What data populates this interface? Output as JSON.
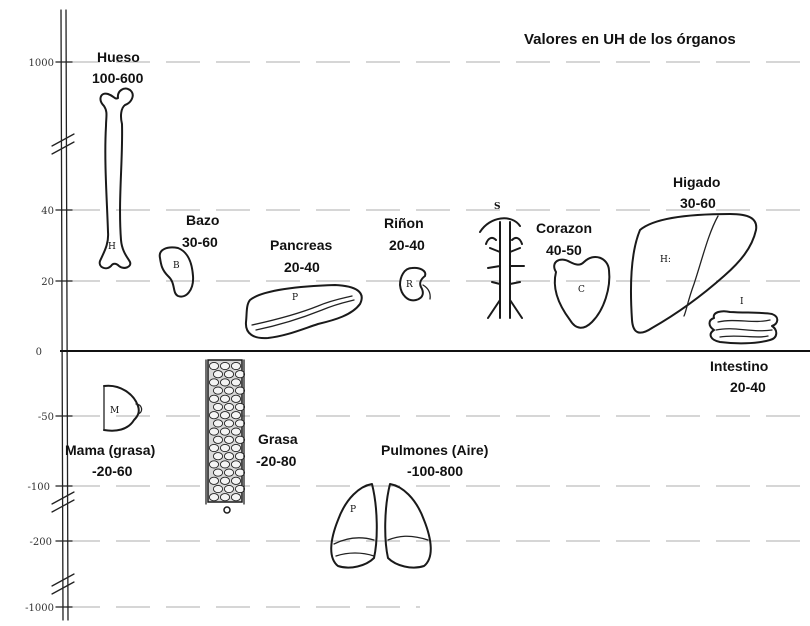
{
  "title": "Valores en UH de los órganos",
  "axis": {
    "ticks": [
      {
        "label": "1000"
      },
      {
        "label": "40"
      },
      {
        "label": "20"
      },
      {
        "label": "0"
      },
      {
        "label": "-50"
      },
      {
        "label": "-100"
      },
      {
        "label": "-200"
      },
      {
        "label": "-1000"
      }
    ],
    "breaks": 3
  },
  "organs": [
    {
      "id": "hueso",
      "name": "Hueso",
      "range": "100-600",
      "mark": "H"
    },
    {
      "id": "bazo",
      "name": "Bazo",
      "range": "30-60",
      "mark": "B"
    },
    {
      "id": "pancreas",
      "name": "Pancreas",
      "range": "20-40",
      "mark": "P"
    },
    {
      "id": "rinon",
      "name": "Riñon",
      "range": "20-40",
      "mark": "R"
    },
    {
      "id": "vasos",
      "name": "",
      "range": "",
      "mark": "S"
    },
    {
      "id": "corazon",
      "name": "Corazon",
      "range": "40-50",
      "mark": "C"
    },
    {
      "id": "higado",
      "name": "Higado",
      "range": "30-60",
      "mark": "H:"
    },
    {
      "id": "intestino",
      "name": "Intestino",
      "range": "20-40",
      "mark": "I"
    },
    {
      "id": "mama",
      "name": "Mama (grasa)",
      "range": "-20-60",
      "mark": "M"
    },
    {
      "id": "grasa",
      "name": "Grasa",
      "range": "-20-80",
      "mark": ""
    },
    {
      "id": "pulmones",
      "name": "Pulmones (Aire)",
      "range": "-100-800",
      "mark": "P"
    }
  ],
  "colors": {
    "ink": "#1a1a1a",
    "guide": "#bdbdbd",
    "background": "#ffffff"
  }
}
